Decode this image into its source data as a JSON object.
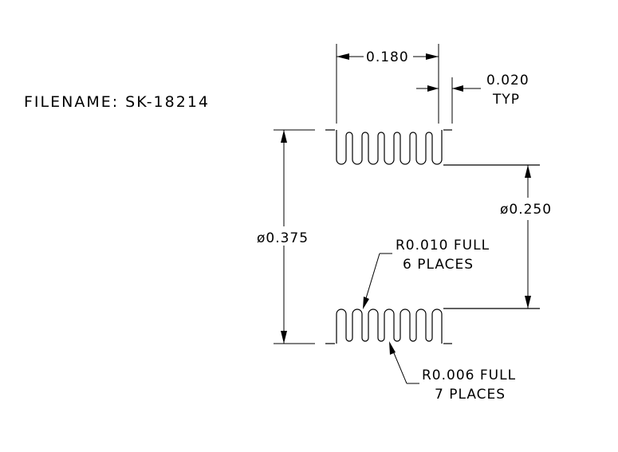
{
  "filename_label": "FILENAME: SK-18214",
  "dimensions": {
    "pitch_width": "0.180",
    "thickness": "0.020",
    "thickness_note": "TYP",
    "inner_diameter": "ø0.250",
    "outer_diameter": "ø0.375"
  },
  "callouts": {
    "outer_radius_line1": "R0.010 FULL",
    "outer_radius_line2": "6 PLACES",
    "inner_radius_line1": "R0.006 FULL",
    "inner_radius_line2": "7 PLACES"
  }
}
